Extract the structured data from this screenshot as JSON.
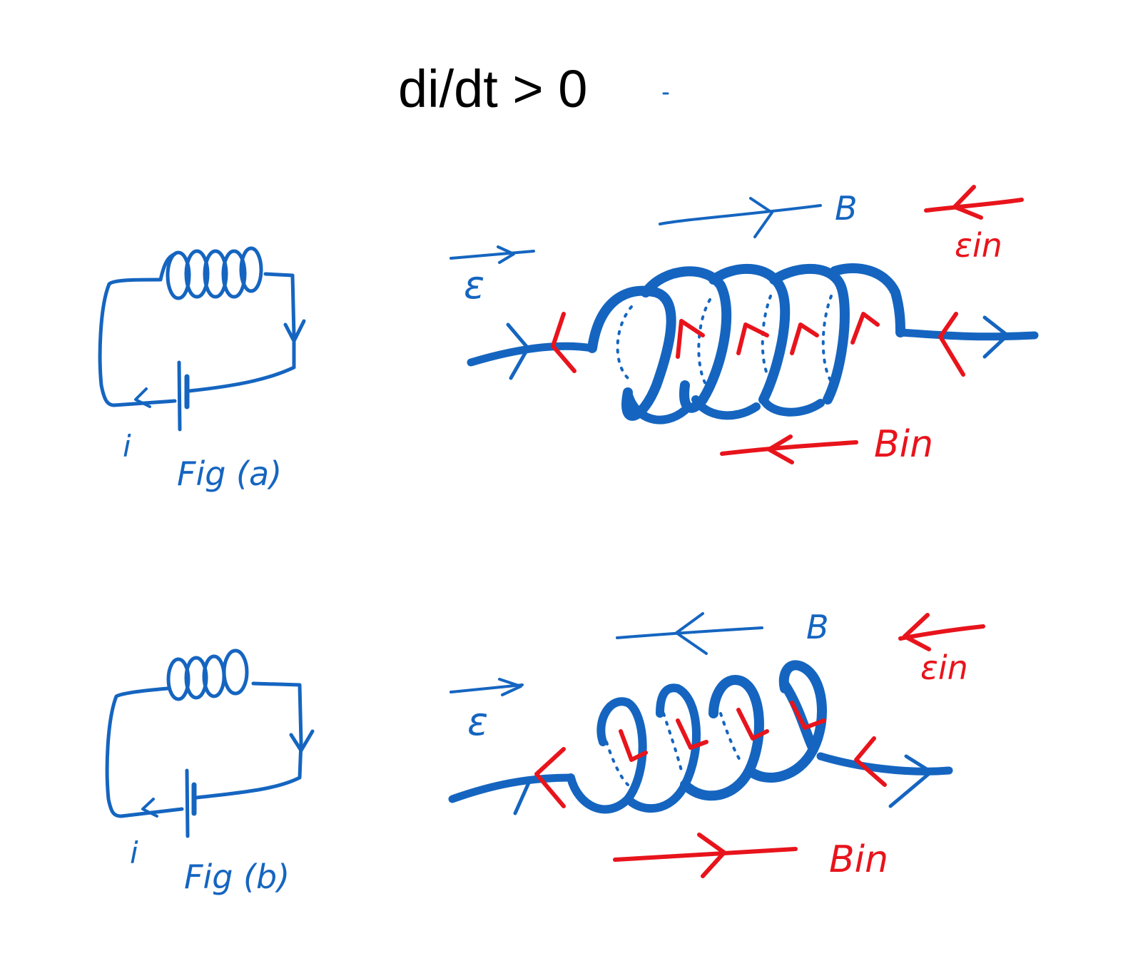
{
  "title": "di/dt > 0",
  "colors": {
    "blue": "#1565C0",
    "red": "#E8141C",
    "text": "#000000"
  },
  "figure_a": {
    "caption": "Fig (a)",
    "current_label": "i",
    "emf_label": "ε",
    "field_label": "B",
    "induced_emf_label": "εin",
    "induced_field_label": "Bin"
  },
  "figure_b": {
    "caption": "Fig (b)",
    "current_label": "i",
    "emf_label": "ε",
    "field_label": "B",
    "induced_emf_label": "εin",
    "induced_field_label": "Bin"
  }
}
